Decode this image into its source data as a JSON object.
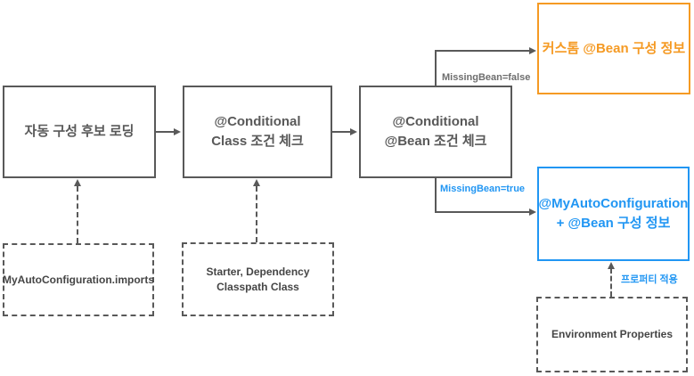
{
  "diagram": {
    "boxes": {
      "load_candidates": {
        "label": "자동 구성 후보 로딩"
      },
      "conditional_class": {
        "line1": "@Conditional",
        "line2": "Class 조건 체크"
      },
      "conditional_bean": {
        "line1": "@Conditional",
        "line2": "@Bean 조건 체크"
      },
      "custom_bean": {
        "label": "커스톰 @Bean 구성 정보"
      },
      "my_autoconfig": {
        "line1": "@MyAutoConfiguration",
        "line2": "+ @Bean 구성 정보"
      },
      "imports": {
        "label": "MyAutoConfiguration.imports"
      },
      "classpath": {
        "line1": "Starter, Dependency",
        "line2": "Classpath Class"
      },
      "env_props": {
        "label": "Environment Properties"
      }
    },
    "edge_labels": {
      "missing_bean_false": "MissingBean=false",
      "missing_bean_true": "MissingBean=true",
      "property_apply": "프로퍼티 적용"
    },
    "colors": {
      "gray": "#595959",
      "orange": "#F59A23",
      "blue": "#2196F3"
    }
  }
}
